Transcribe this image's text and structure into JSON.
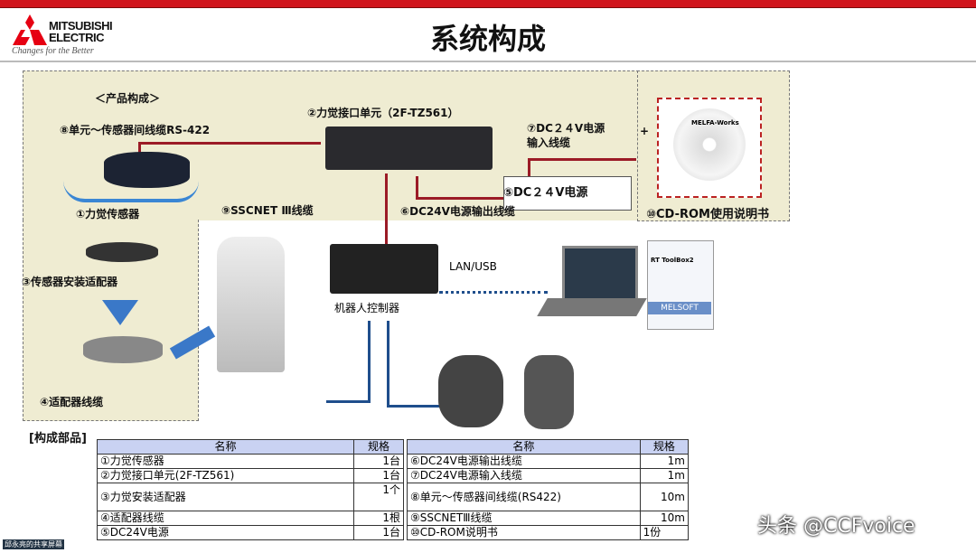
{
  "header": {
    "title": "系统构成",
    "logo_text": [
      "MITSUBISHI",
      "ELECTRIC"
    ],
    "slogan": "Changes for the Better",
    "accent": "#d0141c"
  },
  "diagram": {
    "section_label": "＜产品构成＞",
    "l8": "⑧单元～传感器间线缆RS-422",
    "l2": "②力觉接口单元（2F-TZ561）",
    "l7a": "⑦DC２４V电源",
    "l7b": "输入线缆",
    "l5": "⑤DC２４V电源",
    "l6": "⑥DC24V电源输出线缆",
    "l9": "⑨SSCNET Ⅲ线缆",
    "l1": "①力觉传感器",
    "l3": "③传感器安装适配器",
    "l4": "④适配器线缆",
    "l10": "⑩CD-ROM使用说明书",
    "plus": "+",
    "lan": "LAN/USB",
    "controller": "机器人控制器",
    "cd_label": "MELFA-Works",
    "book_label": "RT ToolBox2",
    "book_footer": "MELSOFT"
  },
  "parts": {
    "heading": "[构成部品]",
    "headers": [
      "名称",
      "规格"
    ],
    "left": [
      [
        "①力觉传感器",
        "1台"
      ],
      [
        "②力觉接口单元(2F-TZ561)",
        "1台"
      ],
      [
        "③力觉安装适配器",
        "1个"
      ],
      [
        "④适配器线缆",
        "1根"
      ],
      [
        "⑤DC24V电源",
        "1台"
      ]
    ],
    "right": [
      [
        "⑥DC24V电源输出线缆",
        "1m"
      ],
      [
        "⑦DC24V电源输入线缆",
        "1m"
      ],
      [
        "⑧单元～传感器间线缆(RS422)",
        "10m"
      ],
      [
        "⑨SSCNETⅢ线缆",
        "10m"
      ],
      [
        "⑩CD-ROM说明书",
        "1份"
      ]
    ]
  },
  "overlay": {
    "watermark": "头条 @CCFvoice",
    "share_label": "邱永亮的共享屏幕"
  }
}
